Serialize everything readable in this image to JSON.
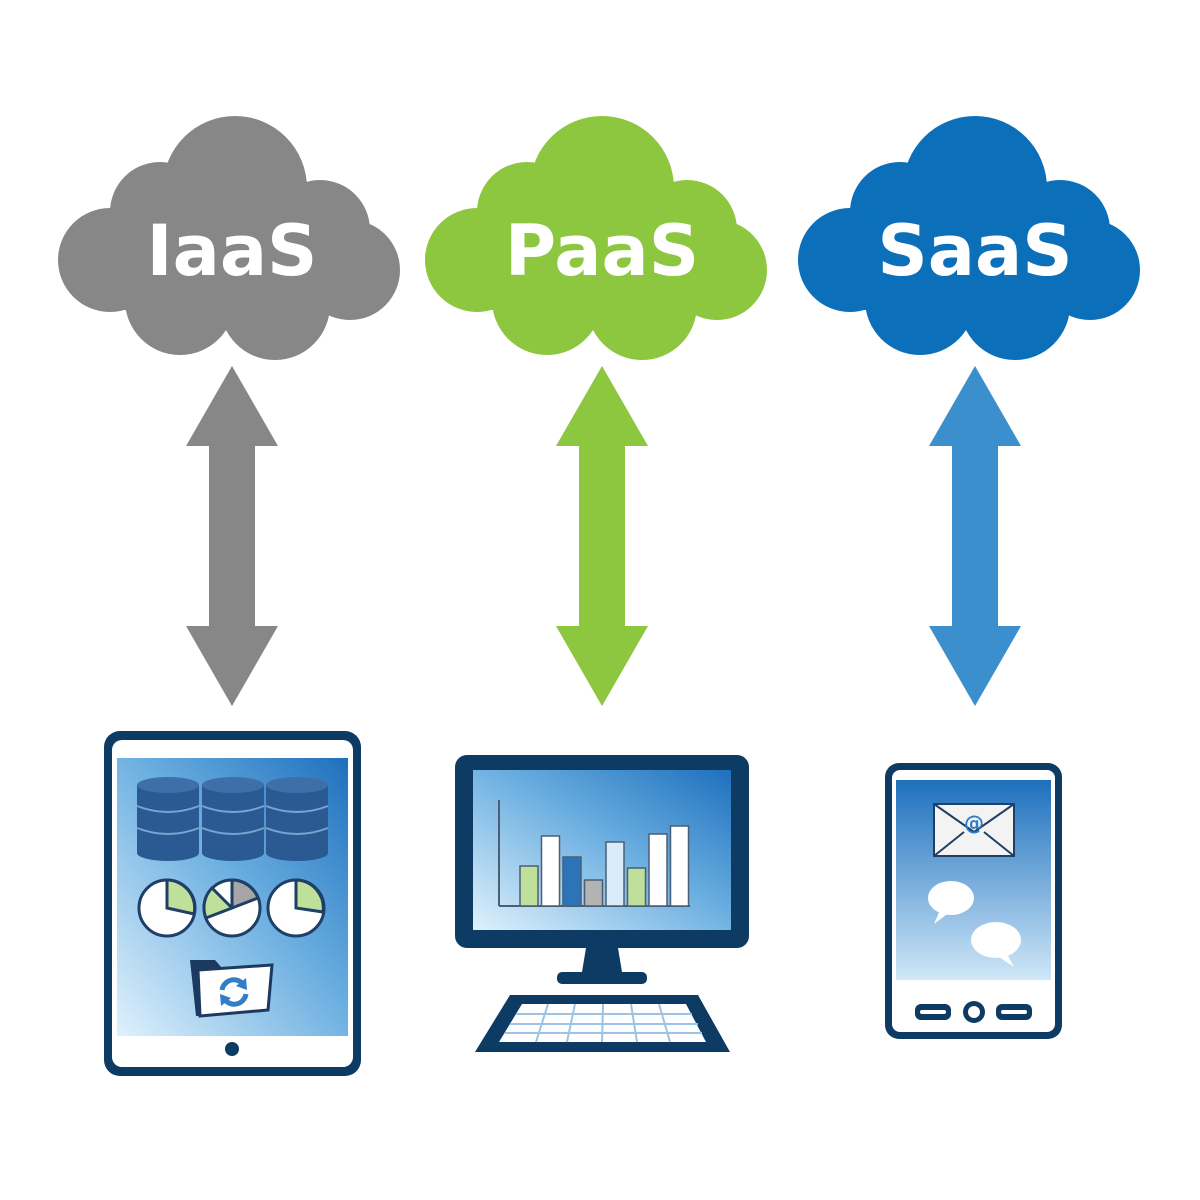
{
  "colors": {
    "iaas": "#878787",
    "paas": "#8dc63f",
    "saas": "#0b6fba",
    "saas_arrow": "#3b8fcd",
    "device_frame": "#0d3b63",
    "screen_blue": "#2a7cc4",
    "screen_light": "#d7ecfa"
  },
  "services": [
    {
      "label": "IaaS",
      "color_key": "iaas",
      "device": "tablet"
    },
    {
      "label": "PaaS",
      "color_key": "paas",
      "device": "desktop-monitor"
    },
    {
      "label": "SaaS",
      "color_key": "saas",
      "device": "smartphone"
    }
  ],
  "tablet": {
    "icons": [
      "database-icon",
      "pie-chart-icon",
      "folder-sync-icon"
    ]
  },
  "monitor": {
    "chart_bars": [
      {
        "value": 0.4,
        "color": "#bfe09b"
      },
      {
        "value": 0.7,
        "color": "#ffffff"
      },
      {
        "value": 0.49,
        "color": "#2d73b8"
      },
      {
        "value": 0.26,
        "color": "#b3b3b3"
      },
      {
        "value": 0.64,
        "color": "#d9ecf8"
      },
      {
        "value": 0.38,
        "color": "#bfe09b"
      },
      {
        "value": 0.72,
        "color": "#ffffff"
      },
      {
        "value": 0.8,
        "color": "#ffffff"
      }
    ]
  },
  "phone": {
    "email_symbol": "@",
    "icons": [
      "email-envelope-icon",
      "chat-bubbles-icon"
    ]
  }
}
